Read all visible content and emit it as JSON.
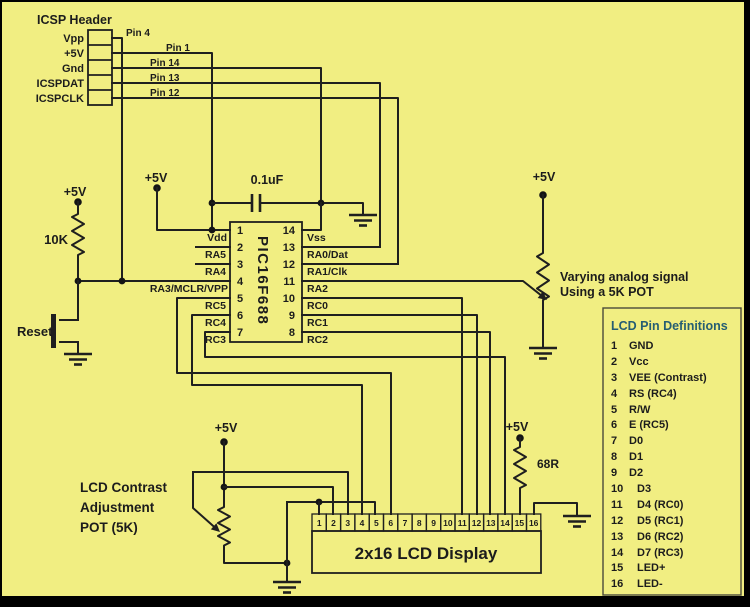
{
  "colors": {
    "background": "#f1ee82",
    "line": "#1f1f1f",
    "frame": "#000000",
    "defs_title": "#265e72"
  },
  "power": {
    "v5": "+5V"
  },
  "icsp": {
    "title": "ICSP Header",
    "signals": [
      "Vpp",
      "+5V",
      "Gnd",
      "ICSPDAT",
      "ICSPCLK"
    ],
    "pins": [
      "Pin 4",
      "Pin 1",
      "Pin 14",
      "Pin 13",
      "Pin 12"
    ]
  },
  "reset_circuit": {
    "resistor": "10K",
    "button": "Reset"
  },
  "decoupling": {
    "capacitor": "0.1uF"
  },
  "chip": {
    "name": "PIC16F688",
    "left_pins": [
      {
        "num": "1",
        "label": "Vdd"
      },
      {
        "num": "2",
        "label": "RA5"
      },
      {
        "num": "3",
        "label": "RA4"
      },
      {
        "num": "4",
        "label": "RA3/MCLR/VPP"
      },
      {
        "num": "5",
        "label": "RC5"
      },
      {
        "num": "6",
        "label": "RC4"
      },
      {
        "num": "7",
        "label": "RC3"
      }
    ],
    "right_pins": [
      {
        "num": "14",
        "label": "Vss"
      },
      {
        "num": "13",
        "label": "RA0/Dat"
      },
      {
        "num": "12",
        "label": "RA1/Clk"
      },
      {
        "num": "11",
        "label": "RA2"
      },
      {
        "num": "10",
        "label": "RC0"
      },
      {
        "num": "9",
        "label": "RC1"
      },
      {
        "num": "8",
        "label": "RC2"
      }
    ]
  },
  "analog_pot": {
    "note_line1": "Varying analog signal",
    "note_line2": "Using a 5K POT"
  },
  "contrast_pot": {
    "label_line1": "LCD Contrast",
    "label_line2": "Adjustment",
    "label_line3": "POT (5K)"
  },
  "backlight": {
    "resistor": "68R"
  },
  "lcd": {
    "title": "2x16 LCD Display",
    "pins": [
      "1",
      "2",
      "3",
      "4",
      "5",
      "6",
      "7",
      "8",
      "9",
      "10",
      "11",
      "12",
      "13",
      "14",
      "15",
      "16"
    ]
  },
  "lcd_pin_definitions": {
    "title": "LCD Pin Definitions",
    "items": [
      {
        "num": "1",
        "name": "GND"
      },
      {
        "num": "2",
        "name": "Vcc"
      },
      {
        "num": "3",
        "name": "VEE (Contrast)"
      },
      {
        "num": "4",
        "name": "RS (RC4)"
      },
      {
        "num": "5",
        "name": "R/W"
      },
      {
        "num": "6",
        "name": "E (RC5)"
      },
      {
        "num": "7",
        "name": "D0"
      },
      {
        "num": "8",
        "name": "D1"
      },
      {
        "num": "9",
        "name": "D2"
      },
      {
        "num": "10",
        "name": "D3"
      },
      {
        "num": "11",
        "name": "D4 (RC0)"
      },
      {
        "num": "12",
        "name": "D5 (RC1)"
      },
      {
        "num": "13",
        "name": "D6 (RC2)"
      },
      {
        "num": "14",
        "name": "D7 (RC3)"
      },
      {
        "num": "15",
        "name": "LED+"
      },
      {
        "num": "16",
        "name": "LED-"
      }
    ]
  }
}
